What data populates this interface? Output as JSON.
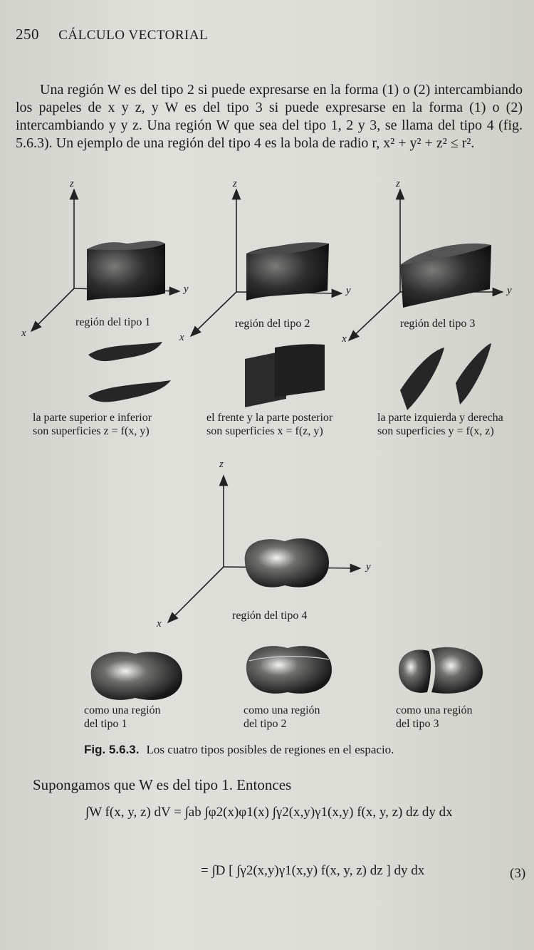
{
  "header": {
    "page_number": "250",
    "title": "CÁLCULO VECTORIAL"
  },
  "paragraph": {
    "text": "Una región W es del tipo 2 si puede expresarse en la forma (1) o (2) intercambiando los papeles de x y z, y W es del tipo 3 si puede expresarse en la forma (1) o (2) intercambiando y y z. Una región W que sea del tipo 1, 2 y 3, se llama del tipo 4 (fig. 5.6.3). Un ejemplo de una región del tipo 4 es la bola de radio r, x² + y² + z² ≤ r²."
  },
  "figure": {
    "axis_labels": {
      "x": "x",
      "y": "y",
      "z": "z"
    },
    "regions": [
      {
        "label": "región del tipo 1",
        "caption_line1": "la parte superior e inferior",
        "caption_line2": "son superficies z = f(x, y)"
      },
      {
        "label": "región del tipo 2",
        "caption_line1": "el frente y la parte posterior",
        "caption_line2": "son superficies x = f(z, y)"
      },
      {
        "label": "región del tipo 3",
        "caption_line1": "la parte izquierda y derecha",
        "caption_line2": "son superficies y = f(x, z)"
      }
    ],
    "type4_label": "región del tipo 4",
    "type4_views": [
      {
        "line1": "como una región",
        "line2": "del tipo 1"
      },
      {
        "line1": "como una región",
        "line2": "del tipo 2"
      },
      {
        "line1": "como una región",
        "line2": "del tipo 3"
      }
    ],
    "caption_number": "Fig. 5.6.3.",
    "caption_text": "Los cuatro tipos posibles de regiones en el espacio."
  },
  "after_text": "Supongamos que W es del tipo 1. Entonces",
  "equation": {
    "line1": "∫W f(x, y, z) dV = ∫ab ∫φ2(x)φ1(x) ∫γ2(x,y)γ1(x,y) f(x, y, z) dz dy dx",
    "line2": "= ∫D [ ∫γ2(x,y)γ1(x,y) f(x, y, z) dz ] dy dx",
    "number": "(3)"
  }
}
